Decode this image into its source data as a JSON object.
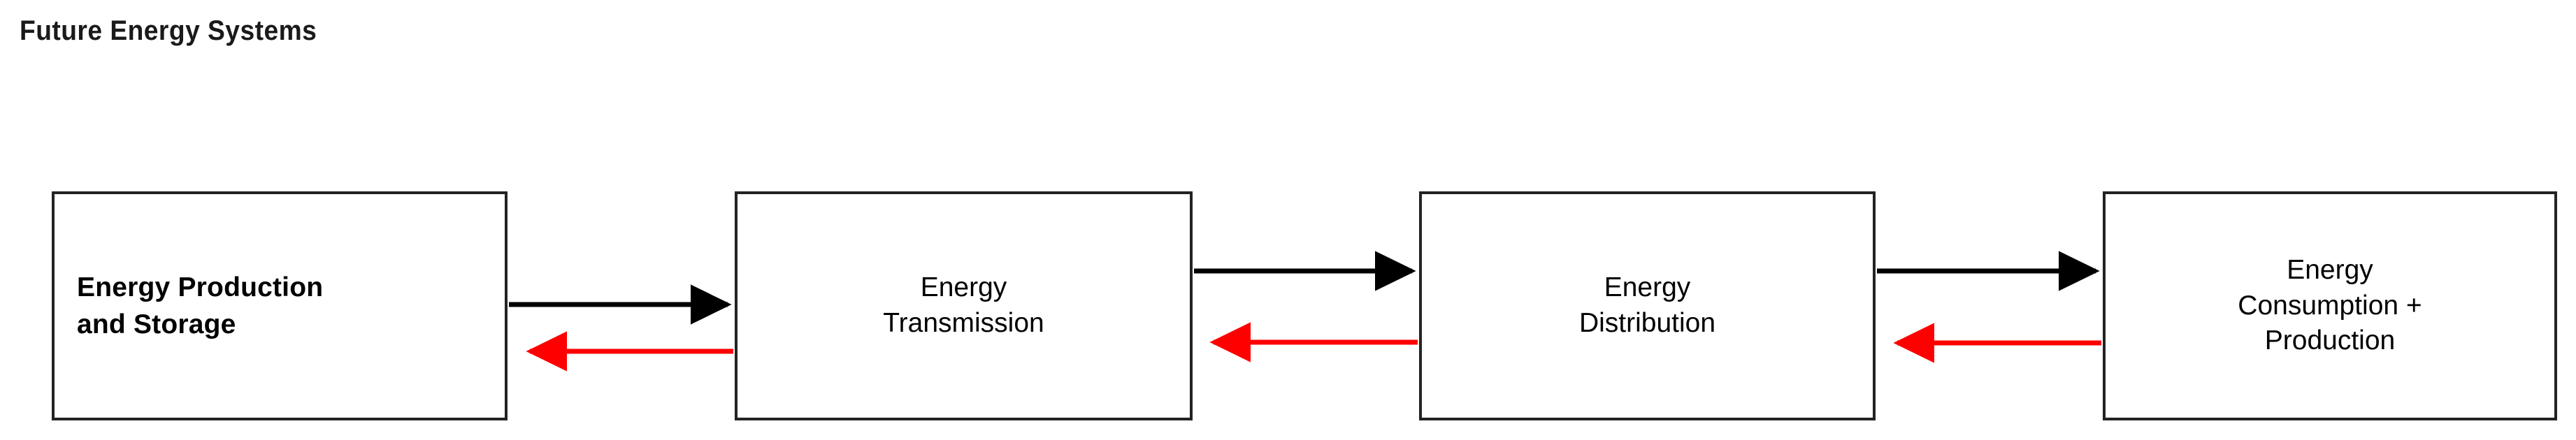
{
  "title": "Future Energy Systems",
  "diagram": {
    "type": "flow-diagram",
    "background_color": "#ffffff",
    "node_border_color": "#232323",
    "forward_arrow_color": "#000000",
    "feedback_arrow_color": "#fe0000",
    "nodes": [
      {
        "id": "production",
        "label": "Energy Production and Storage",
        "lines": [
          "Energy Production",
          "and Storage"
        ],
        "emphasis": true,
        "align": "left"
      },
      {
        "id": "transmission",
        "label": "Energy Transmission",
        "lines": [
          "Energy",
          "Transmission"
        ],
        "emphasis": false,
        "align": "center"
      },
      {
        "id": "distribution",
        "label": "Energy Distribution",
        "lines": [
          "Energy",
          "Distribution"
        ],
        "emphasis": false,
        "align": "center"
      },
      {
        "id": "consumption",
        "label": "Energy Consumption + Production",
        "lines": [
          "Energy",
          "Consumption +",
          "Production"
        ],
        "emphasis": false,
        "align": "center"
      }
    ],
    "connectors": [
      {
        "id": "flow-1",
        "from": "production",
        "to": "transmission",
        "direction": "forward",
        "color": "#000000"
      },
      {
        "id": "feedback-1",
        "from": "transmission",
        "to": "production",
        "direction": "reverse",
        "color": "#fe0000"
      },
      {
        "id": "flow-2",
        "from": "transmission",
        "to": "distribution",
        "direction": "forward",
        "color": "#000000"
      },
      {
        "id": "feedback-2",
        "from": "distribution",
        "to": "transmission",
        "direction": "reverse",
        "color": "#fe0000"
      },
      {
        "id": "flow-3",
        "from": "distribution",
        "to": "consumption",
        "direction": "forward",
        "color": "#000000"
      },
      {
        "id": "feedback-3",
        "from": "consumption",
        "to": "distribution",
        "direction": "reverse",
        "color": "#fe0000"
      }
    ]
  }
}
